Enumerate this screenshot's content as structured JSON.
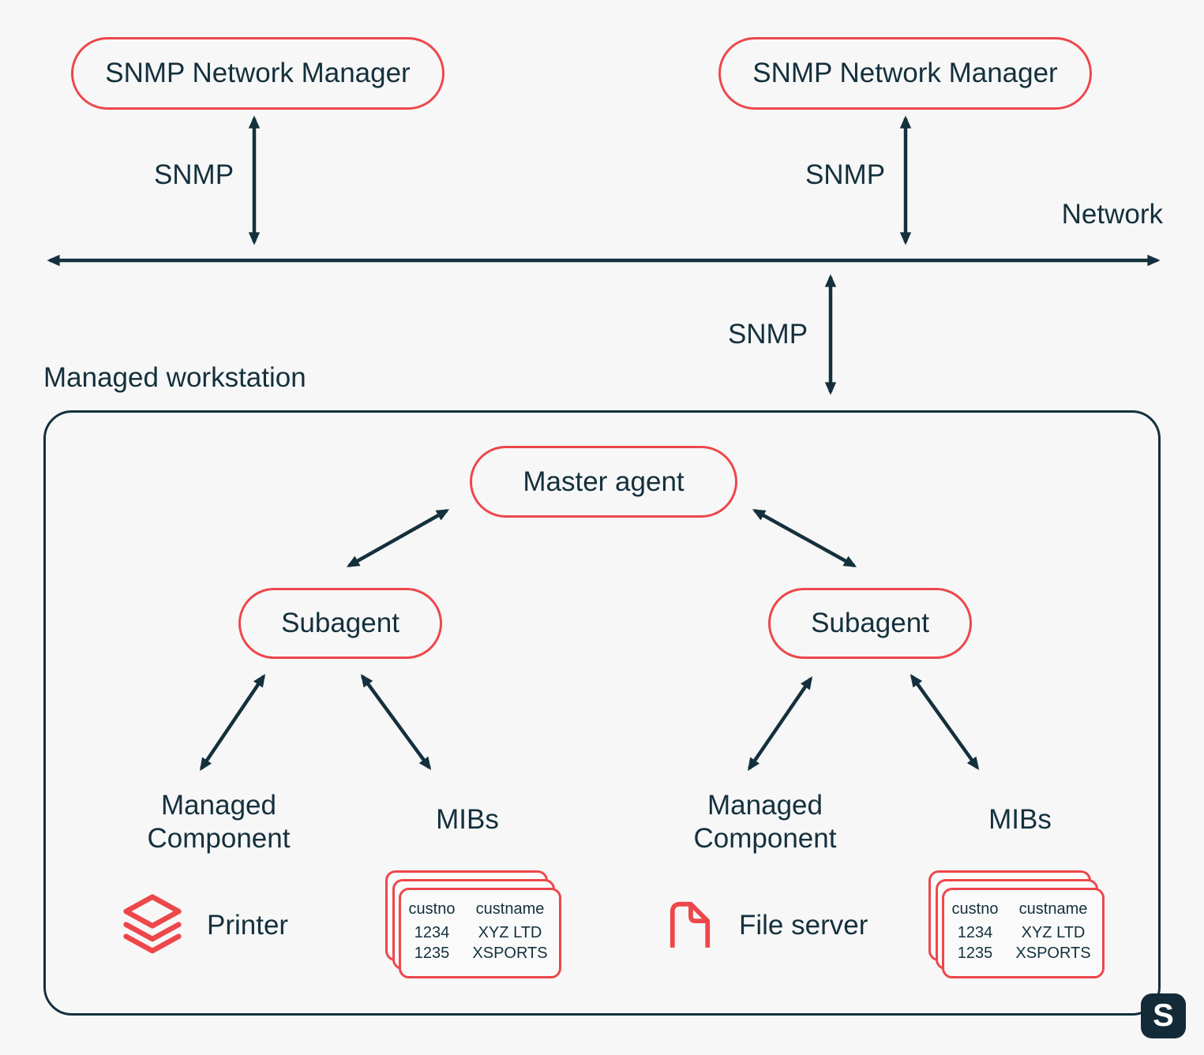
{
  "colors": {
    "accent_red": "#EE474B",
    "ink_navy": "#14303D",
    "background": "#F7F7F7",
    "logo_background": "#132B39"
  },
  "managers": {
    "left": "SNMP Network Manager",
    "right": "SNMP Network Manager"
  },
  "connections": {
    "snmp_left": "SNMP",
    "snmp_right": "SNMP",
    "snmp_workstation": "SNMP",
    "network": "Network"
  },
  "workstation": {
    "title": "Managed workstation",
    "master_agent": "Master agent",
    "left_branch": {
      "subagent": "Subagent",
      "component_line1": "Managed",
      "component_line2": "Component",
      "mibs": "MIBs",
      "device": "Printer"
    },
    "right_branch": {
      "subagent": "Subagent",
      "component_line1": "Managed",
      "component_line2": "Component",
      "mibs": "MIBs",
      "device": "File server"
    }
  },
  "mib_table": {
    "headers": [
      "custno",
      "custname"
    ],
    "rows": [
      [
        "1234",
        "XYZ LTD"
      ],
      [
        "1235",
        "XSPORTS"
      ]
    ]
  },
  "icons": {
    "printer": "layers-icon",
    "file_server": "document-icon",
    "logo": "s-logo-icon"
  },
  "logo": {
    "letter": "S"
  }
}
